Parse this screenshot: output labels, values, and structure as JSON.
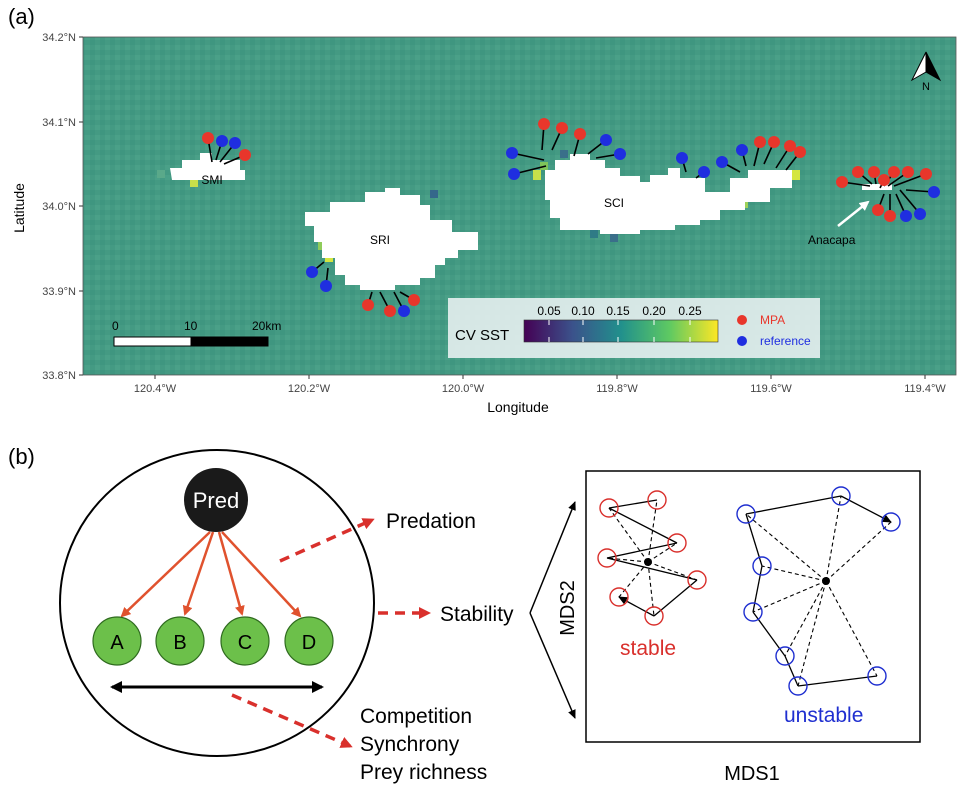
{
  "panel_a": {
    "label": "(a)",
    "ylabel": "Latitude",
    "xlabel": "Longitude",
    "y_ticks": [
      "34.2°N",
      "34.1°N",
      "34.0°N",
      "33.9°N",
      "33.8°N"
    ],
    "x_ticks": [
      "120.4°W",
      "120.2°W",
      "120.0°W",
      "119.8°W",
      "119.6°W",
      "119.4°W"
    ],
    "north_label": "N",
    "islands": [
      "SMI",
      "SRI",
      "SCI"
    ],
    "anacapa_label": "Anacapa",
    "scale_bar": {
      "ticks": [
        "0",
        "10",
        "20km"
      ]
    },
    "colorbar": {
      "title": "CV SST",
      "ticks": [
        "0.05",
        "0.10",
        "0.15",
        "0.20",
        "0.25"
      ],
      "colors": [
        "#440154",
        "#3b528b",
        "#21908c",
        "#5ec962",
        "#fde725"
      ]
    },
    "legend": [
      {
        "label": "MPA",
        "color": "#e8362b"
      },
      {
        "label": "reference",
        "color": "#1f2ee0"
      }
    ],
    "colors": {
      "sea": "#449a83",
      "land": "#ffffff",
      "mpa": "#e8362b",
      "reference": "#1f2ee0"
    }
  },
  "panel_b": {
    "label": "(b)",
    "predator": "Pred",
    "prey": [
      "A",
      "B",
      "C",
      "D"
    ],
    "flow_labels": [
      "Predation",
      "Stability",
      "Competition",
      "Synchrony",
      "Prey richness"
    ],
    "mds": {
      "ylabel": "MDS2",
      "xlabel": "MDS1",
      "stable_label": "stable",
      "unstable_label": "unstable"
    },
    "colors": {
      "prey_fill": "#6cc04a",
      "pred_fill": "#1a1a1a",
      "arrow_orange": "#e0522e",
      "arrow_red": "#d9302c",
      "stable": "#d9302c",
      "unstable": "#1f2fd0"
    }
  }
}
